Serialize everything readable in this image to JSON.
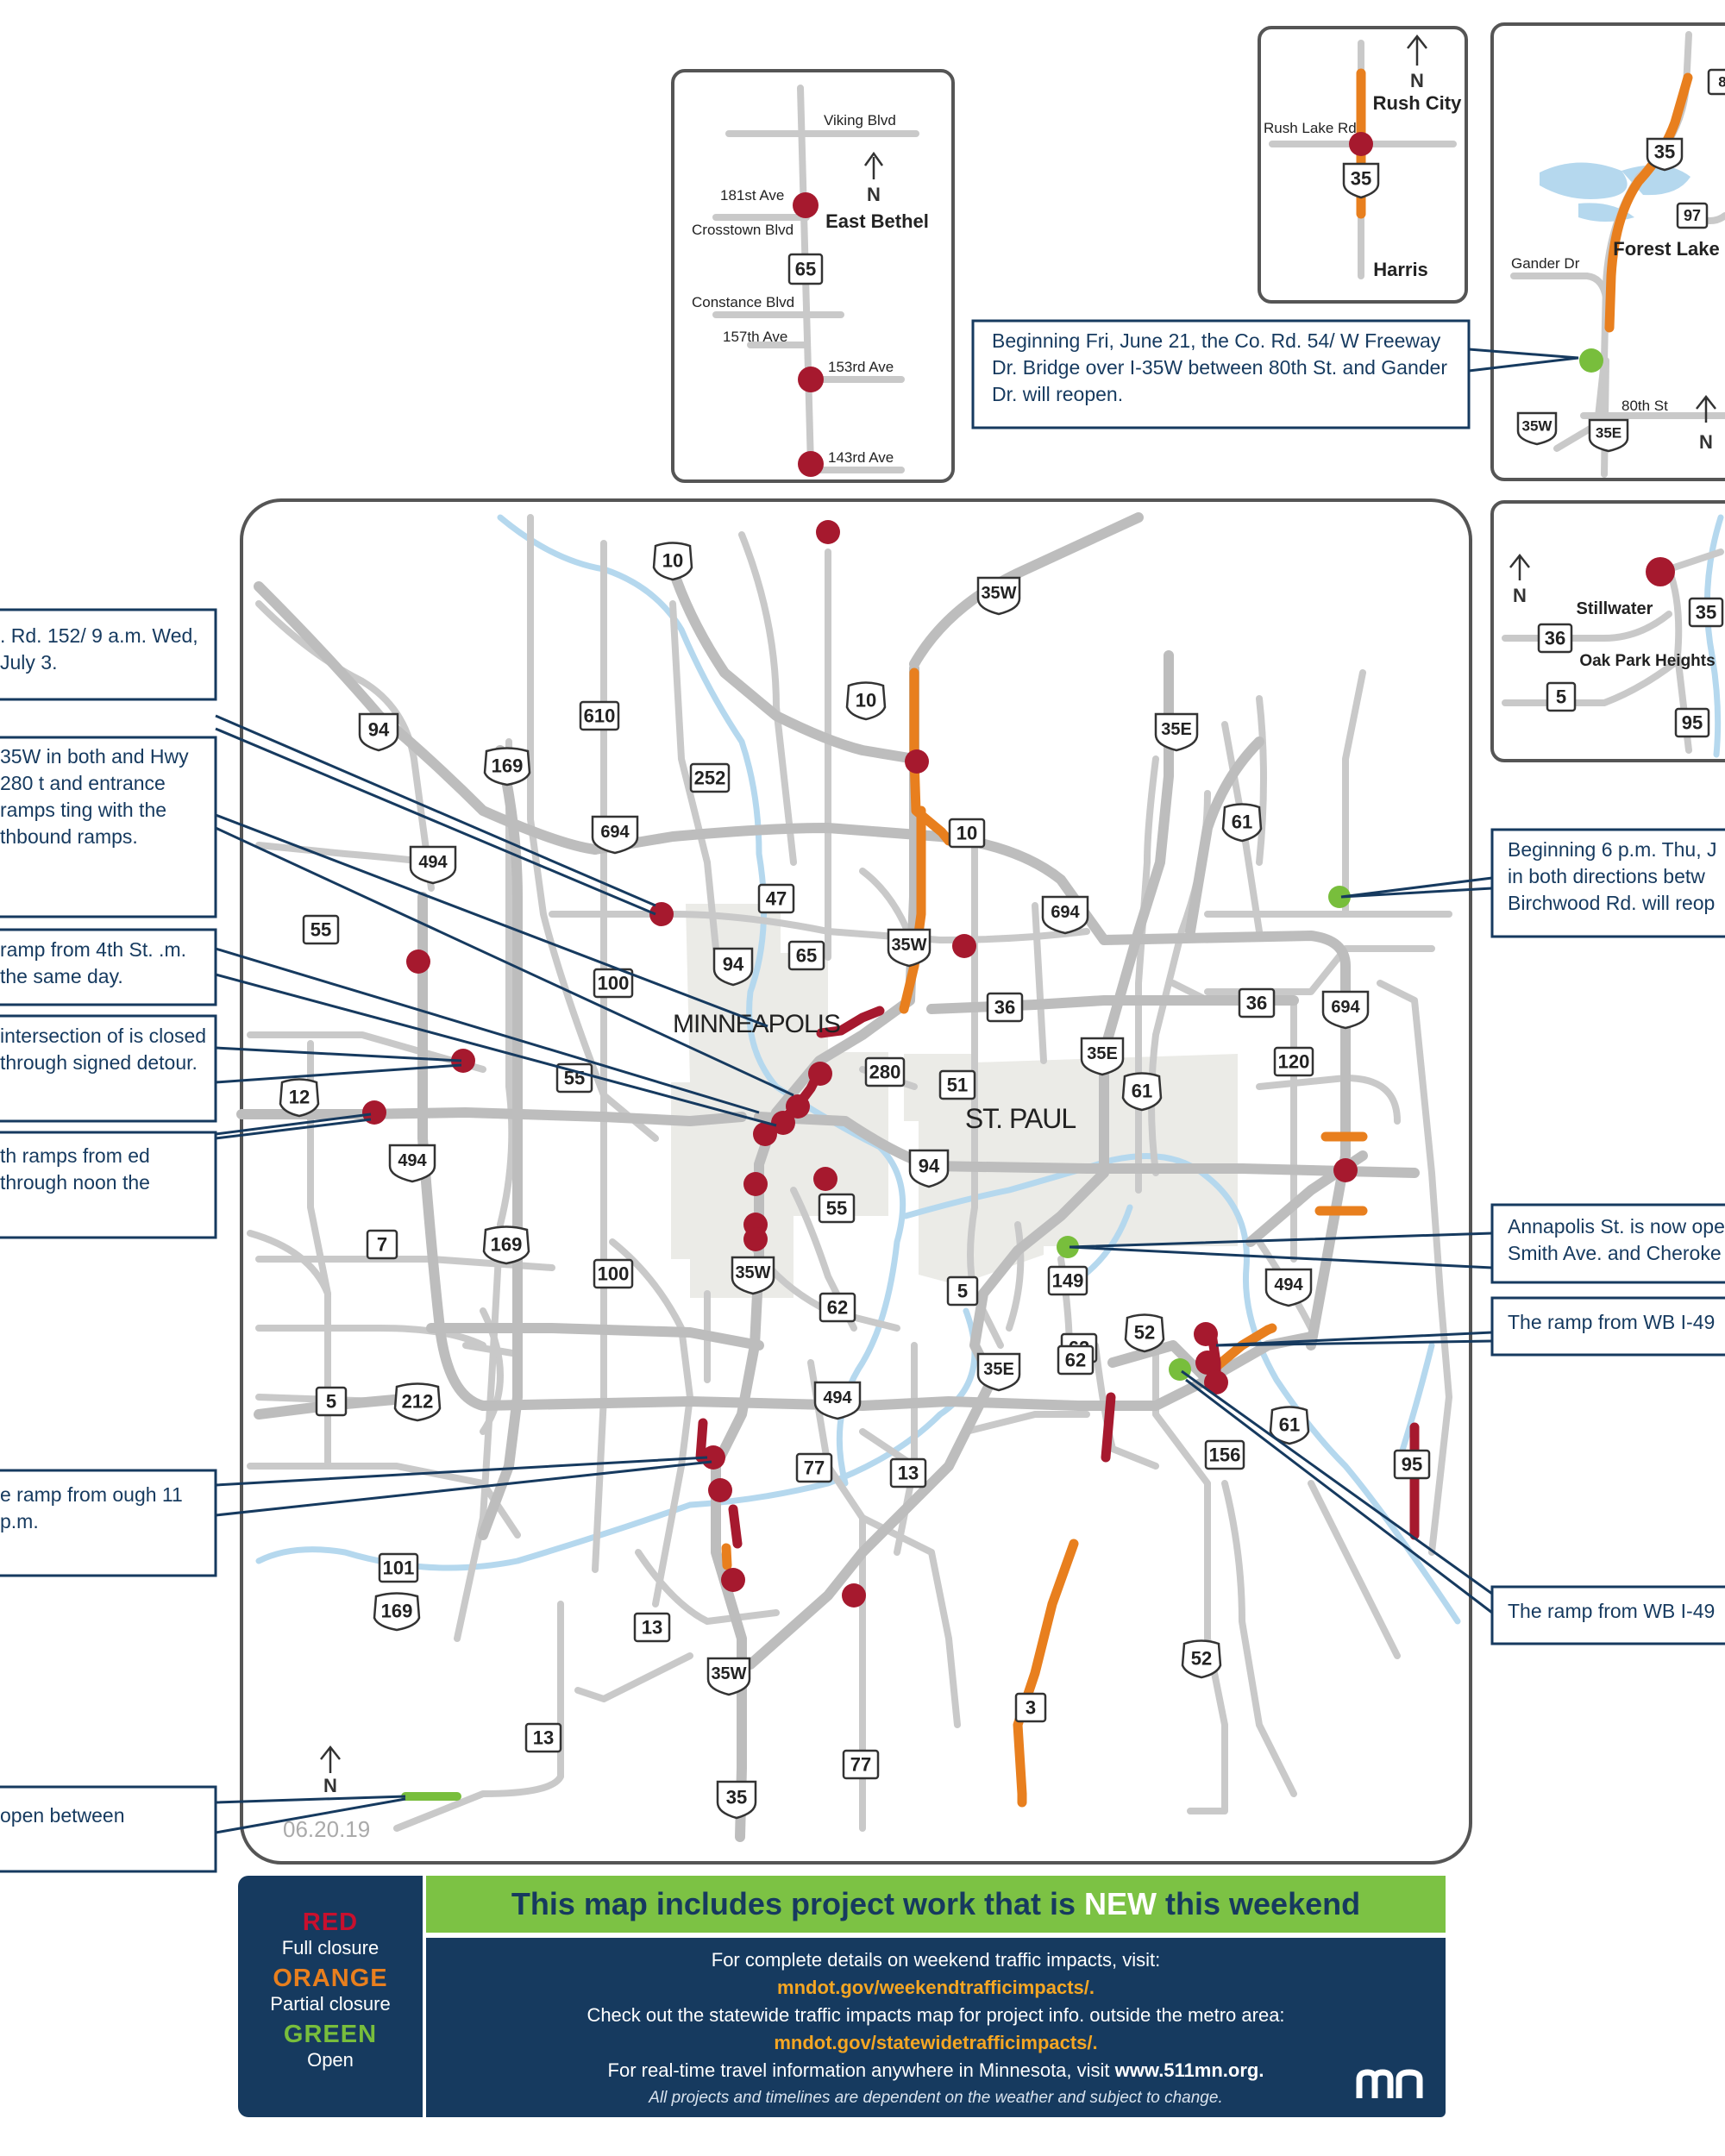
{
  "date_stamp": "06.20.19",
  "inset_east_bethel": {
    "roads": [
      "Viking Blvd",
      "181st Ave",
      "Crosstown Blvd",
      "Constance Blvd",
      "157th Ave",
      "153rd Ave",
      "143rd Ave"
    ],
    "place": "East Bethel",
    "shield": "65"
  },
  "inset_rush_city": {
    "road": "Rush Lake Rd",
    "places": [
      "Rush City",
      "Harris"
    ],
    "shield": "35"
  },
  "inset_forest_lake": {
    "roads": [
      "Gander Dr",
      "80th St"
    ],
    "place": "Forest Lake",
    "shields": [
      "35",
      "97",
      "35W",
      "35E"
    ],
    "clipped_shield": "8"
  },
  "inset_stillwater": {
    "places": [
      "Stillwater",
      "Oak Park Heights"
    ],
    "shields": [
      "36",
      "5",
      "35",
      "95"
    ]
  },
  "north": "N",
  "cities": {
    "minneapolis": "MINNEAPOLIS",
    "st_paul": "ST. PAUL"
  },
  "callouts": {
    "forest_lake": "Beginning Fri, June 21, the Co. Rd. 54/ W Freeway Dr. Bridge over I-35W between 80th St. and Gander Dr. will reopen.",
    "left_1": ". Rd. 152/ 9 a.m. Wed, July 3.",
    "left_2": "35W in both and Hwy 280 t and entrance ramps ting with the thbound ramps.",
    "left_3": "ramp from 4th St. .m. the same day.",
    "left_4": "intersection of is closed through signed detour.",
    "left_5": "th ramps from ed through noon the",
    "left_6": "e ramp from ough 11 p.m.",
    "left_7": "open between",
    "right_1": "Beginning 6 p.m. Thu, J in both directions betw Birchwood Rd. will reop",
    "right_2": "Annapolis St. is now ope Smith Ave. and Cheroke",
    "right_3": "The ramp from WB I-49",
    "right_4": "The ramp from WB I-49"
  },
  "shields": {
    "interstate": [
      "35W",
      "35W",
      "35W",
      "35W",
      "35E",
      "35E",
      "35E",
      "35",
      "94",
      "94",
      "94",
      "494",
      "494",
      "494",
      "494",
      "694",
      "694",
      "694"
    ],
    "us": [
      "10",
      "10",
      "169",
      "169",
      "169",
      "169",
      "169",
      "212",
      "52",
      "52",
      "61",
      "61",
      "61",
      "12"
    ],
    "state": [
      "610",
      "252",
      "47",
      "65",
      "100",
      "100",
      "55",
      "55",
      "55",
      "280",
      "51",
      "36",
      "36",
      "120",
      "149",
      "62",
      "62",
      "5",
      "5",
      "7",
      "77",
      "77",
      "13",
      "13",
      "13",
      "101",
      "156",
      "3",
      "95",
      "10"
    ]
  },
  "legend": {
    "red": "RED",
    "red_sub": "Full closure",
    "orange": "ORANGE",
    "orange_sub": "Partial closure",
    "green": "GREEN",
    "green_sub": "Open",
    "colors": {
      "red": "#c8102e",
      "orange": "#e87f1e",
      "green": "#78be3c",
      "navy": "#163a5f"
    }
  },
  "banner": {
    "pre": "This map includes project work that is",
    "highlight": "NEW",
    "post": "this weekend"
  },
  "info": {
    "line1": "For complete details on weekend traffic impacts, visit:",
    "link1": "mndot.gov/weekendtrafficimpacts/.",
    "line2": "Check out the statewide traffic impacts map for project info. outside the metro area:",
    "link2": "mndot.gov/statewidetrafficimpacts/.",
    "line3": "For real-time travel information anywhere in Minnesota, visit",
    "link3": "www.511mn.org.",
    "note": "All projects and timelines are dependent on the weather and subject to change.",
    "logo": "mn"
  }
}
